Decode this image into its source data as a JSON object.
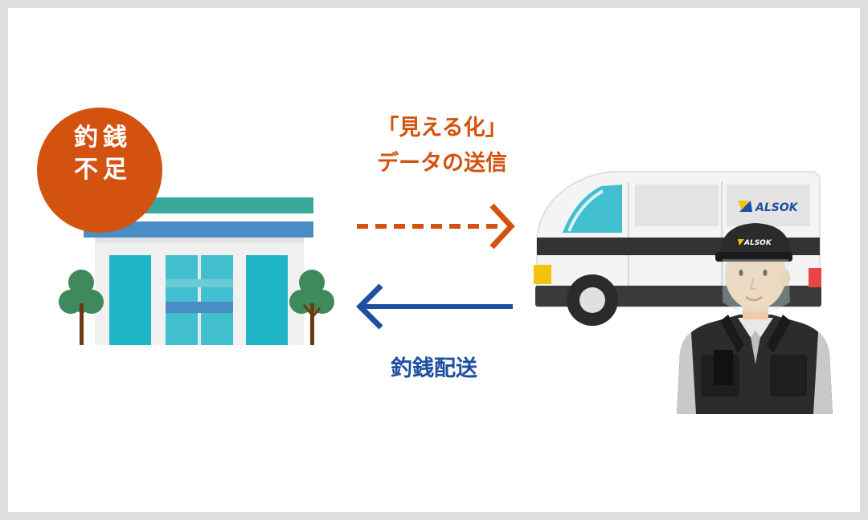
{
  "badge": {
    "line1": "釣銭",
    "line2": "不足",
    "color": "#d4520f"
  },
  "data_transfer": {
    "line1": "「見える化」",
    "line2": "データの送信",
    "color": "#d4520f",
    "arrow_style": "dashed"
  },
  "delivery": {
    "label": "釣銭配送",
    "color": "#1f4fa0",
    "arrow_style": "solid"
  },
  "van": {
    "logo_text": "ALSOK"
  },
  "guard": {
    "helmet_logo_text": "ALSOK"
  },
  "colors": {
    "store_teal": "#3aa898",
    "store_blue": "#4a8cc4",
    "glass": "#41bfcf",
    "tree": "#3e8a5c",
    "trunk": "#6b3a10"
  }
}
